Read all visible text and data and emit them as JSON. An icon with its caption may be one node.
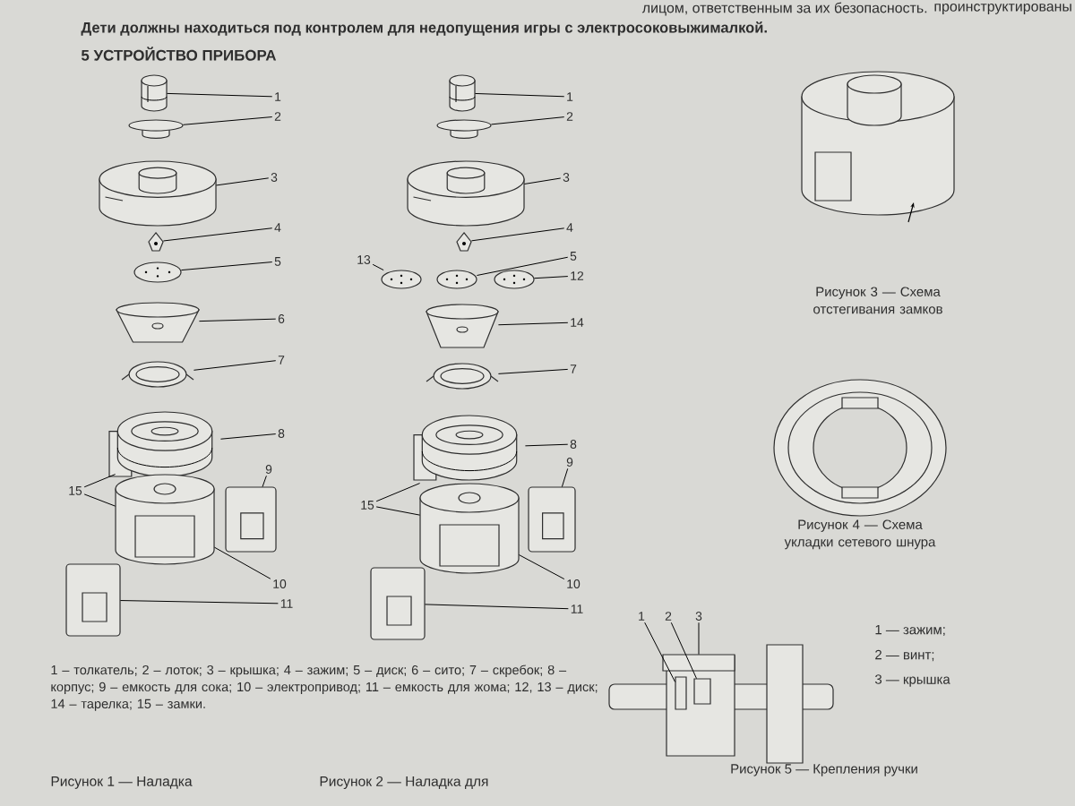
{
  "diagram": {
    "title": "5 УСТРОЙСТВО ПРИБОРА",
    "nodes": [
      {
        "text": [
          "1"
        ]
      },
      {
        "text": [
          "2"
        ]
      },
      {
        "text": [
          "3"
        ]
      },
      {
        "text": [
          "4"
        ]
      },
      {
        "text": [
          "5"
        ]
      },
      {
        "text": [
          "6"
        ]
      },
      {
        "text": [
          "7"
        ]
      },
      {
        "text": [
          "8"
        ]
      },
      {
        "text": [
          "9"
        ]
      },
      {
        "text": [
          "15"
        ]
      },
      {
        "text": [
          "10"
        ]
      },
      {
        "text": [
          "11"
        ]
      },
      {
        "text": [],
        "shape": "picture"
      },
      {
        "text": [],
        "shape": "picture"
      },
      {
        "text": [],
        "shape": "picture"
      },
      {
        "text": [],
        "shape": "picture"
      },
      {
        "text": [],
        "shape": "picture"
      },
      {
        "text": [],
        "shape": "picture"
      },
      {
        "text": [],
        "shape": "picture"
      },
      {
        "text": [],
        "shape": "picture"
      },
      {
        "text": [],
        "shape": "picture"
      },
      {
        "text": [],
        "shape": "picture"
      },
      {
        "text": [],
        "shape": "picture"
      },
      {
        "text": [
          "1"
        ]
      },
      {
        "text": [
          "2"
        ]
      },
      {
        "text": [
          "3"
        ]
      },
      {
        "text": [
          "4"
        ]
      },
      {
        "text": [
          "13"
        ]
      },
      {
        "text": [
          "5"
        ]
      },
      {
        "text": [
          "12"
        ]
      },
      {
        "text": [
          "14"
        ]
      },
      {
        "text": [
          "7"
        ]
      },
      {
        "text": [
          "8"
        ]
      },
      {
        "text": [
          "9"
        ]
      },
      {
        "text": [
          "15"
        ]
      },
      {
        "text": [
          "10"
        ]
      },
      {
        "text": [
          "11"
        ]
      },
      {
        "text": [],
        "shape": "picture"
      },
      {
        "text": [],
        "shape": "picture"
      },
      {
        "text": [],
        "shape": "picture"
      },
      {
        "text": [],
        "shape": "picture"
      },
      {
        "text": [],
        "shape": "picture"
      },
      {
        "text": [],
        "shape": "picture"
      },
      {
        "text": [],
        "shape": "picture"
      },
      {
        "text": [],
        "shape": "picture"
      },
      {
        "text": [],
        "shape": "picture"
      },
      {
        "text": [],
        "shape": "picture"
      },
      {
        "text": [],
        "shape": "picture"
      },
      {
        "text": [],
        "shape": "picture"
      },
      {
        "text": [],
        "shape": "picture"
      },
      {
        "text": [
          "1"
        ]
      },
      {
        "text": [
          "2"
        ]
      },
      {
        "text": [
          "3"
        ]
      },
      {
        "text": [],
        "shape": "box"
      },
      {
        "text": [],
        "shape": "box"
      },
      {
        "text": [],
        "shape": "box"
      }
    ],
    "edges": [
      {
        "from": 0,
        "to": 12,
        "arrow": "none"
      },
      {
        "from": 1,
        "to": 13,
        "arrow": "none"
      },
      {
        "from": 2,
        "to": 14,
        "arrow": "none"
      },
      {
        "from": 3,
        "to": 15,
        "arrow": "none"
      },
      {
        "from": 4,
        "to": 16,
        "arrow": "none"
      },
      {
        "from": 5,
        "to": 17,
        "arrow": "none"
      },
      {
        "from": 6,
        "to": 18,
        "arrow": "none"
      },
      {
        "from": 7,
        "to": 19,
        "arrow": "none"
      },
      {
        "from": 8,
        "to": 20,
        "arrow": "none"
      },
      {
        "from": 9,
        "to": 21,
        "arrow": "none"
      },
      {
        "from": 9,
        "to": 21,
        "arrow": "none"
      },
      {
        "from": 10,
        "to": 21,
        "arrow": "none"
      },
      {
        "from": 11,
        "to": 22,
        "arrow": "none"
      },
      {
        "from": 23,
        "to": 37,
        "arrow": "none"
      },
      {
        "from": 24,
        "to": 38,
        "arrow": "none"
      },
      {
        "from": 25,
        "to": 39,
        "arrow": "none"
      },
      {
        "from": 26,
        "to": 40,
        "arrow": "none"
      },
      {
        "from": 27,
        "to": 41,
        "arrow": "none"
      },
      {
        "from": 28,
        "to": 42,
        "arrow": "none"
      },
      {
        "from": 29,
        "to": 43,
        "arrow": "none"
      },
      {
        "from": 30,
        "to": 44,
        "arrow": "none"
      },
      {
        "from": 31,
        "to": 45,
        "arrow": "none"
      },
      {
        "from": 32,
        "to": 46,
        "arrow": "none"
      },
      {
        "from": 33,
        "to": 47,
        "arrow": "none"
      },
      {
        "from": 34,
        "to": 48,
        "arrow": "none"
      },
      {
        "from": 34,
        "to": 48,
        "arrow": "none"
      },
      {
        "from": 35,
        "to": 48,
        "arrow": "none"
      },
      {
        "from": 36,
        "to": 49,
        "arrow": "none"
      },
      {
        "from": 50,
        "to": 53,
        "arrow": "none"
      },
      {
        "from": 51,
        "to": 54,
        "arrow": "none"
      },
      {
        "from": 52,
        "to": 55,
        "arrow": "none"
      }
    ],
    "labels": [
      "лицом, ответственным за их безопасность.",
      "проинструктированы",
      "Дети должны находиться под контролем для недопущения игры с электросоковыжималкой.",
      "Рисунок 3 — Схема отстегивания замков",
      "Рисунок 4 — Схема укладки сетевого шнура",
      "1 — зажим;",
      "2 — винт;",
      "3 — крышка",
      "Рисунок 5 — Крепления ручки",
      "1 – толкатель; 2 – лоток; 3 – крышка; 4 – зажим; 5 – диск; 6 – сито; 7 – скребок; 8 – корпус; 9 – емкость для сока; 10 – электропривод; 11 – емкость для жома; 12, 13 – диск; 14 – тарелка; 15 – замки.",
      "Рисунок 1 — Наладка",
      "Рисунок 2 — Наладка для"
    ]
  }
}
